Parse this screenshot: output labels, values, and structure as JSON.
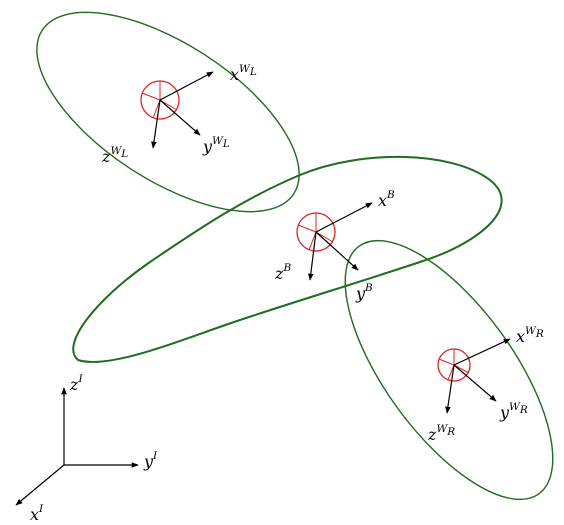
{
  "colors": {
    "outline": "#1f6b1f",
    "marker": "#e02020",
    "axis": "#000000",
    "background": "#ffffff"
  },
  "frames": {
    "world": {
      "x": {
        "base": "x",
        "sup": "I"
      },
      "y": {
        "base": "y",
        "sup": "I"
      },
      "z": {
        "base": "z",
        "sup": "I"
      }
    },
    "body": {
      "x": {
        "base": "x",
        "sup": "B"
      },
      "y": {
        "base": "y",
        "sup": "B"
      },
      "z": {
        "base": "z",
        "sup": "B"
      }
    },
    "left_wheel": {
      "x": {
        "base": "x",
        "sup": "W",
        "sub": "L"
      },
      "y": {
        "base": "y",
        "sup": "W",
        "sub": "L"
      },
      "z": {
        "base": "z",
        "sup": "W",
        "sub": "L"
      }
    },
    "right_wheel": {
      "x": {
        "base": "x",
        "sup": "W",
        "sub": "R"
      },
      "y": {
        "base": "y",
        "sup": "W",
        "sub": "R"
      },
      "z": {
        "base": "z",
        "sup": "W",
        "sub": "R"
      }
    }
  }
}
